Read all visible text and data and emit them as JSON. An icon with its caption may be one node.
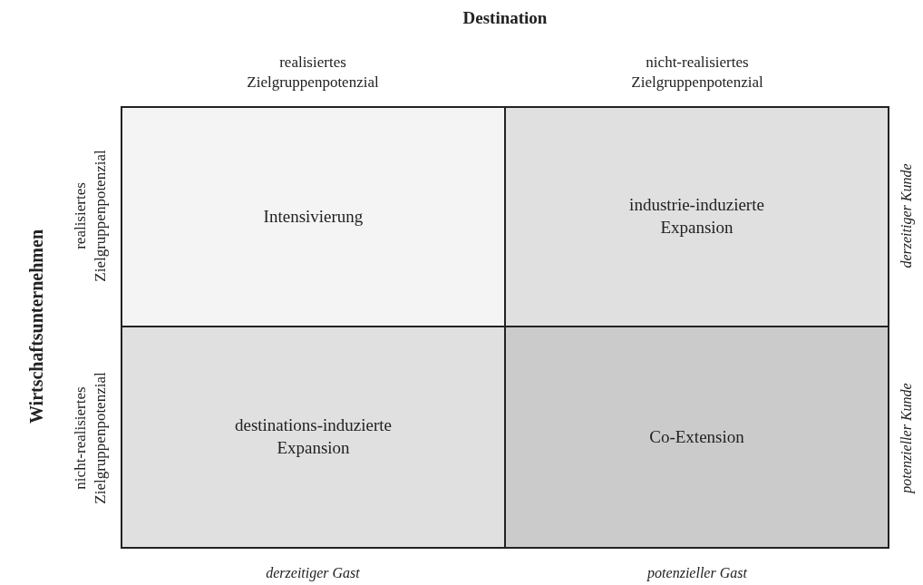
{
  "diagram": {
    "nodes": [
      {
        "text": [
          "Intensivierung"
        ]
      },
      {
        "text": [
          "industrie-induzierte Expansion"
        ]
      },
      {
        "text": [
          "destinations-induzierte Expansion"
        ]
      },
      {
        "text": [
          "Co-Extension"
        ]
      }
    ],
    "labels": [
      "Destination",
      "realisiertes Zielgruppenpotenzial",
      "nicht-realisiertes Zielgruppenpotenzial",
      "Wirtschaftsunternehmen",
      "realisiertes Zielgruppenpotenzial",
      "derzeitiger Kunde",
      "nicht-realisiertes Zielgruppenpotenzial",
      "potenzieller Kunde",
      "derzeitiger Gast",
      "potenzieller Gast"
    ]
  }
}
